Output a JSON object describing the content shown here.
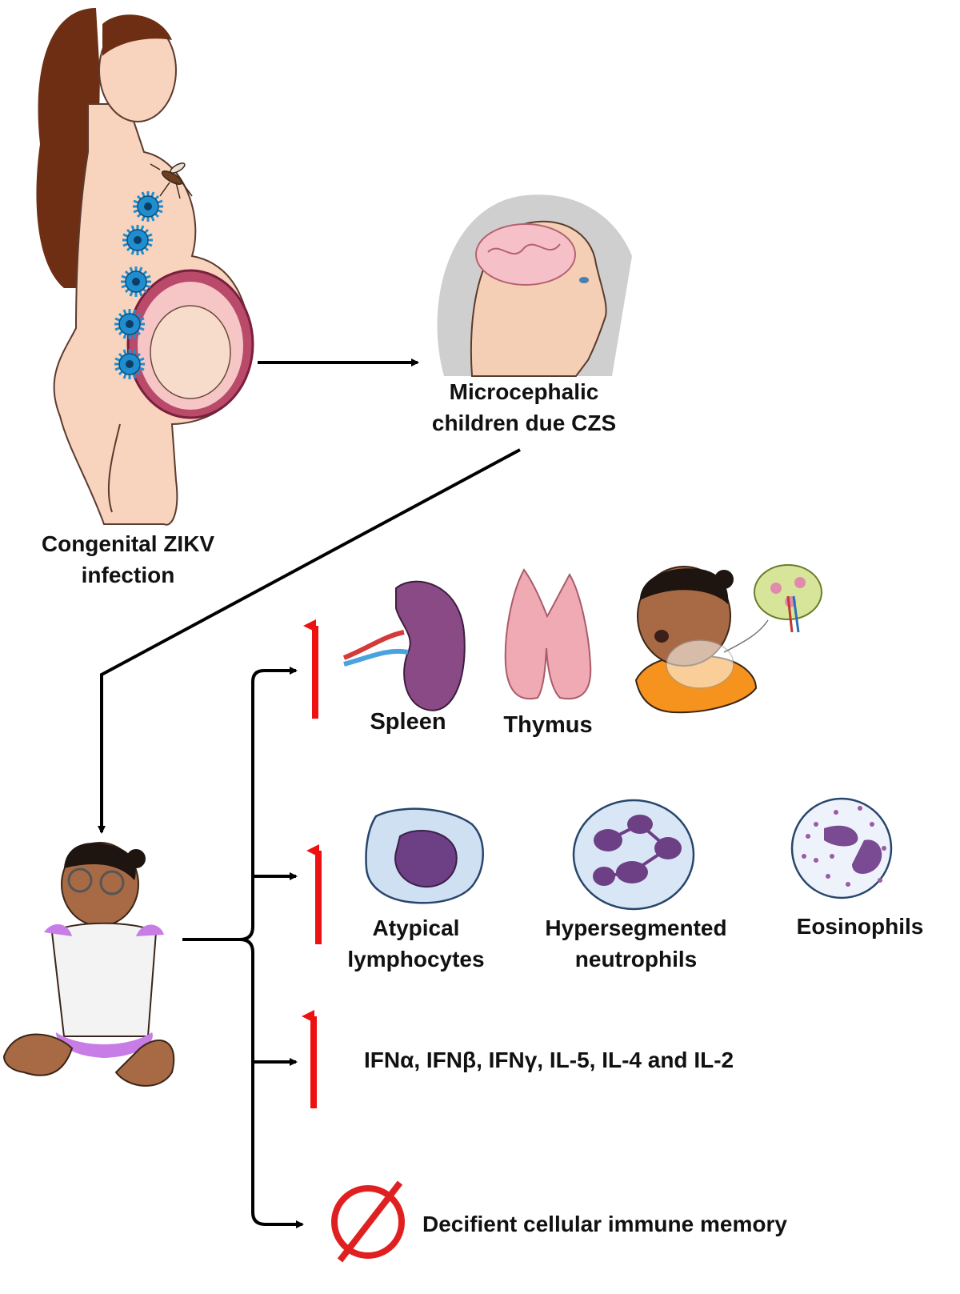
{
  "labels": {
    "congenital_line1": "Congenital ZIKV",
    "congenital_line2": "infection",
    "microcephalic_line1": "Microcephalic",
    "microcephalic_line2": "children due CZS",
    "spleen": "Spleen",
    "thymus": "Thymus",
    "atypical_line1": "Atypical",
    "atypical_line2": "lymphocytes",
    "hyperseg_line1": "Hypersegmented",
    "hyperseg_line2": "neutrophils",
    "eosinophils": "Eosinophils",
    "cytokines": "IFNα, IFNβ, IFNγ, IL-5, IL-4 and IL-2",
    "deficient": "Decifient cellular immune memory"
  },
  "colors": {
    "up_arrow": "#ee1111",
    "no_symbol": "#e02020",
    "connector": "#000000",
    "virus": "#1f8ed0",
    "spleen": "#8a4a86",
    "thymus": "#efaab4",
    "lymphocyte_nucleus": "#6d3f84",
    "shirt": "#f5931e",
    "dress": "#c77ce6"
  },
  "icons": {
    "pregnant_woman": "pregnant-woman-illustration",
    "mosquito": "mosquito-icon",
    "virus": "zika-virus-icon",
    "child_head": "microcephalic-child-head",
    "baby": "baby-girl-illustration",
    "spleen": "spleen-icon",
    "thymus": "thymus-icon",
    "lymph_node": "lymph-node-icon",
    "girl": "girl-with-lymph-node-illustration",
    "lymphocyte": "atypical-lymphocyte-icon",
    "neutrophil": "hypersegmented-neutrophil-icon",
    "eosinophil": "eosinophil-icon",
    "up_arrow": "increase-arrow-icon",
    "no_symbol": "prohibition-icon"
  }
}
